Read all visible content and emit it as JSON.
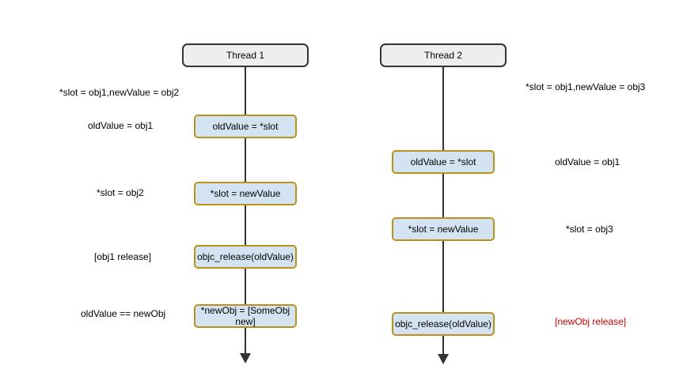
{
  "colors": {
    "header_fill": "#eeeeee",
    "header_stroke": "#333333",
    "step_fill": "#d4e3f2",
    "step_stroke": "#bb9219",
    "highlight_text": "#cc0000"
  },
  "thread1": {
    "title": "Thread 1",
    "steps": [
      "oldValue = *slot",
      "*slot = newValue",
      "objc_release(oldValue)",
      "*newObj = [SomeObj new]"
    ],
    "notes": [
      "*slot = obj1,newValue = obj2",
      "oldValue = obj1",
      "*slot = obj2",
      "[obj1 release]",
      "oldValue == newObj"
    ]
  },
  "thread2": {
    "title": "Thread 2",
    "steps": [
      "oldValue = *slot",
      "*slot = newValue",
      "objc_release(oldValue)"
    ],
    "notes": [
      "*slot = obj1,newValue = obj3",
      "oldValue = obj1",
      "*slot = obj3",
      "[newObj release]"
    ]
  }
}
